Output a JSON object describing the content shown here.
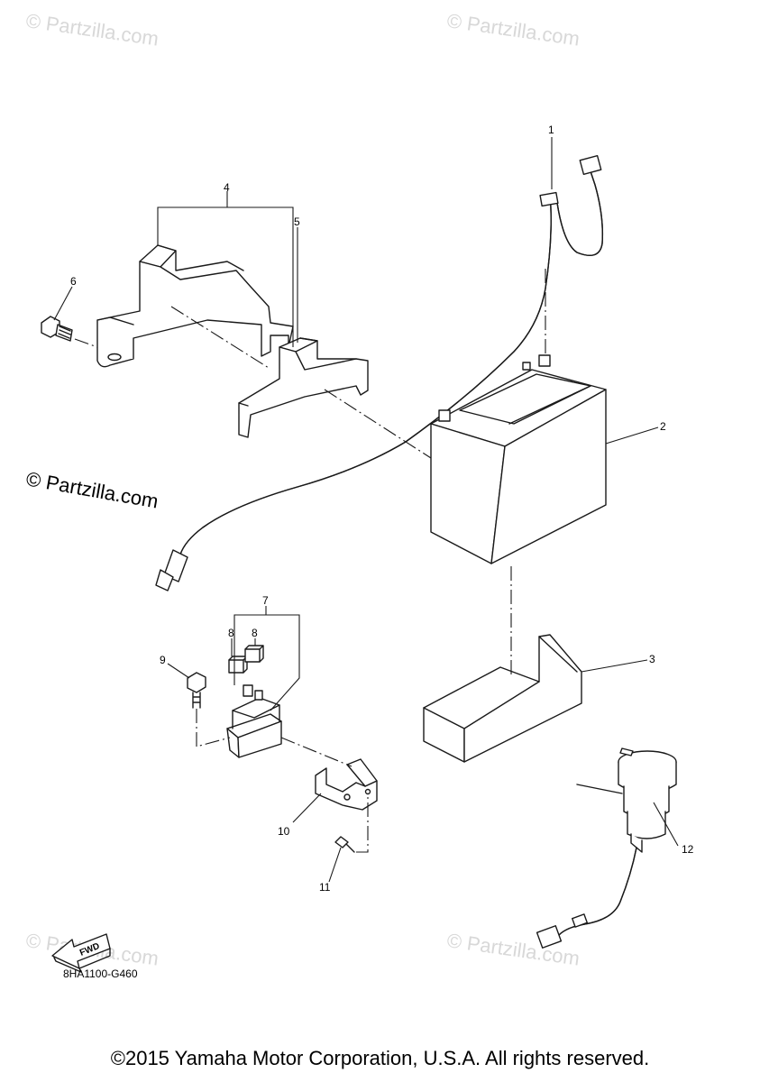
{
  "watermarks": {
    "light_text": "© Partzilla.com",
    "main_text": "© Partzilla.com"
  },
  "callouts": {
    "c1": "1",
    "c2": "2",
    "c3": "3",
    "c4": "4",
    "c5": "5",
    "c6": "6",
    "c7": "7",
    "c8a": "8",
    "c8b": "8",
    "c9": "9",
    "c10": "10",
    "c11": "11",
    "c12": "12"
  },
  "fwd_label": "FWD",
  "diagram_code": "8HA1100-G460",
  "copyright": "©2015 Yamaha Motor Corporation, U.S.A. All rights reserved.",
  "colors": {
    "line": "#1a1a1a",
    "watermark": "#d8d8d8"
  }
}
